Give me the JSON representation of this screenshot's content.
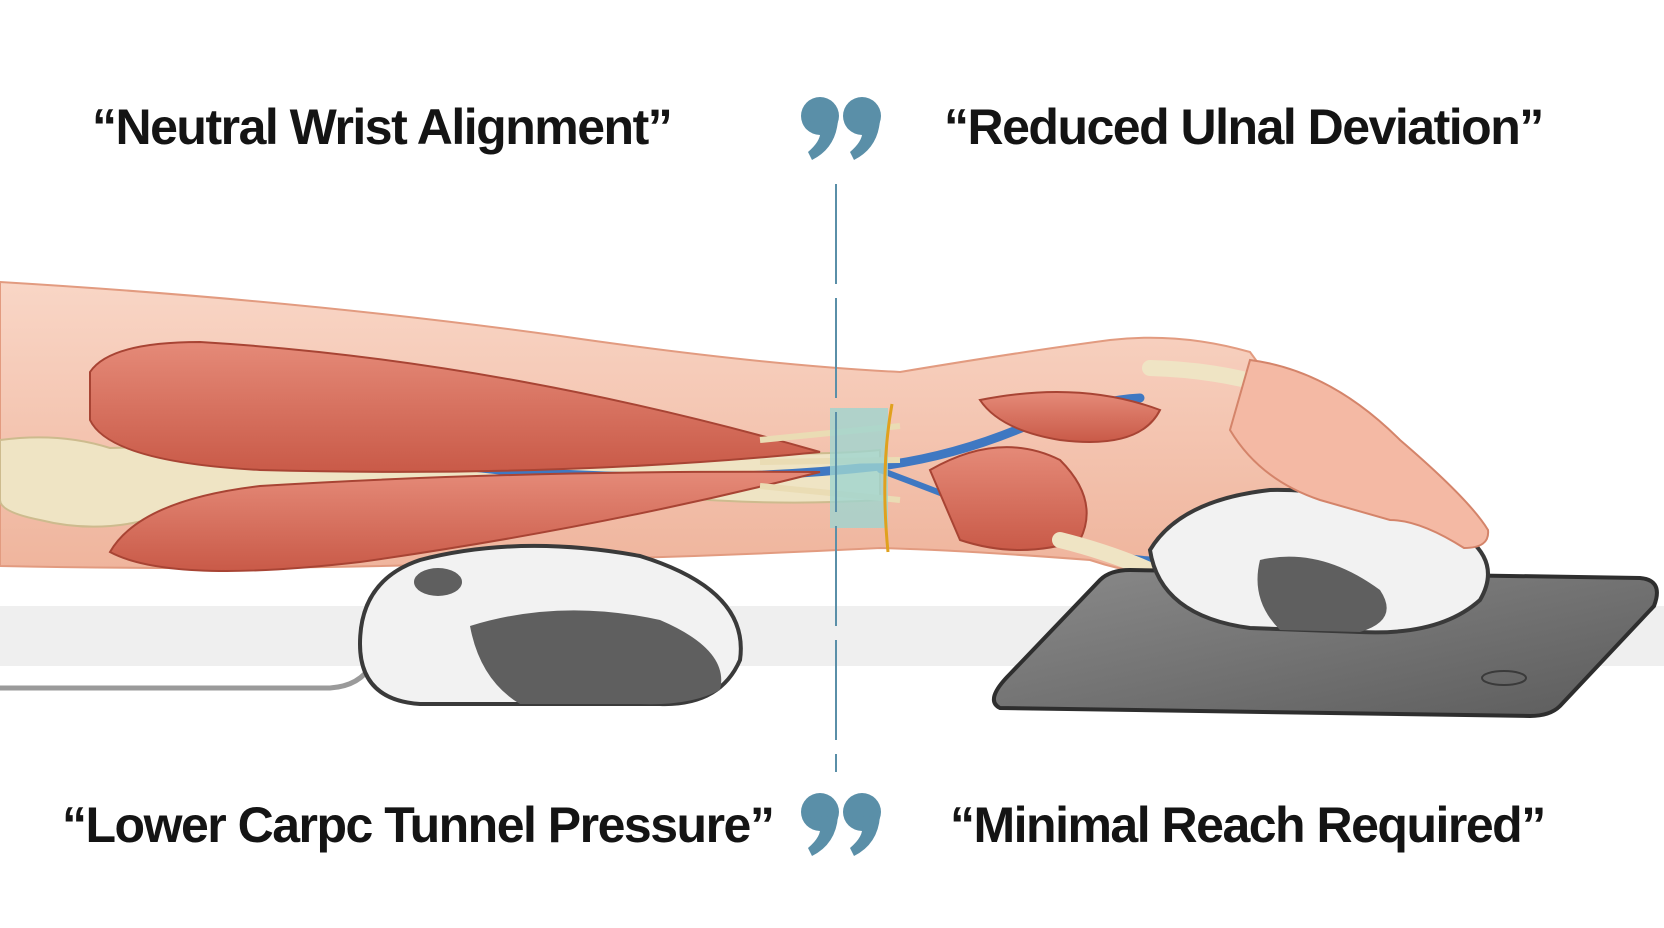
{
  "captions": {
    "top_left": "“Neutral Wrist Alignment”",
    "top_right": "“Reduced Ulnal Deviation”",
    "bottom_left": "“Lower Carpc Tunnel Pressure”",
    "bottom_right": "“Minimal Reach Required”"
  },
  "quote_mark": {
    "icon": "closing-quote-icon",
    "color": "#5a8fa8"
  },
  "colors": {
    "skin": "#f4c2ad",
    "muscle": "#d96f5c",
    "bone": "#efe4c4",
    "nerve": "#3f78c2",
    "ligament": "#9fd4cf",
    "mouse_body": "#f2f2f2",
    "mouse_grip": "#5f5f5f",
    "mousepad": "#6e6e6e",
    "divider": "#5a8fa8"
  }
}
